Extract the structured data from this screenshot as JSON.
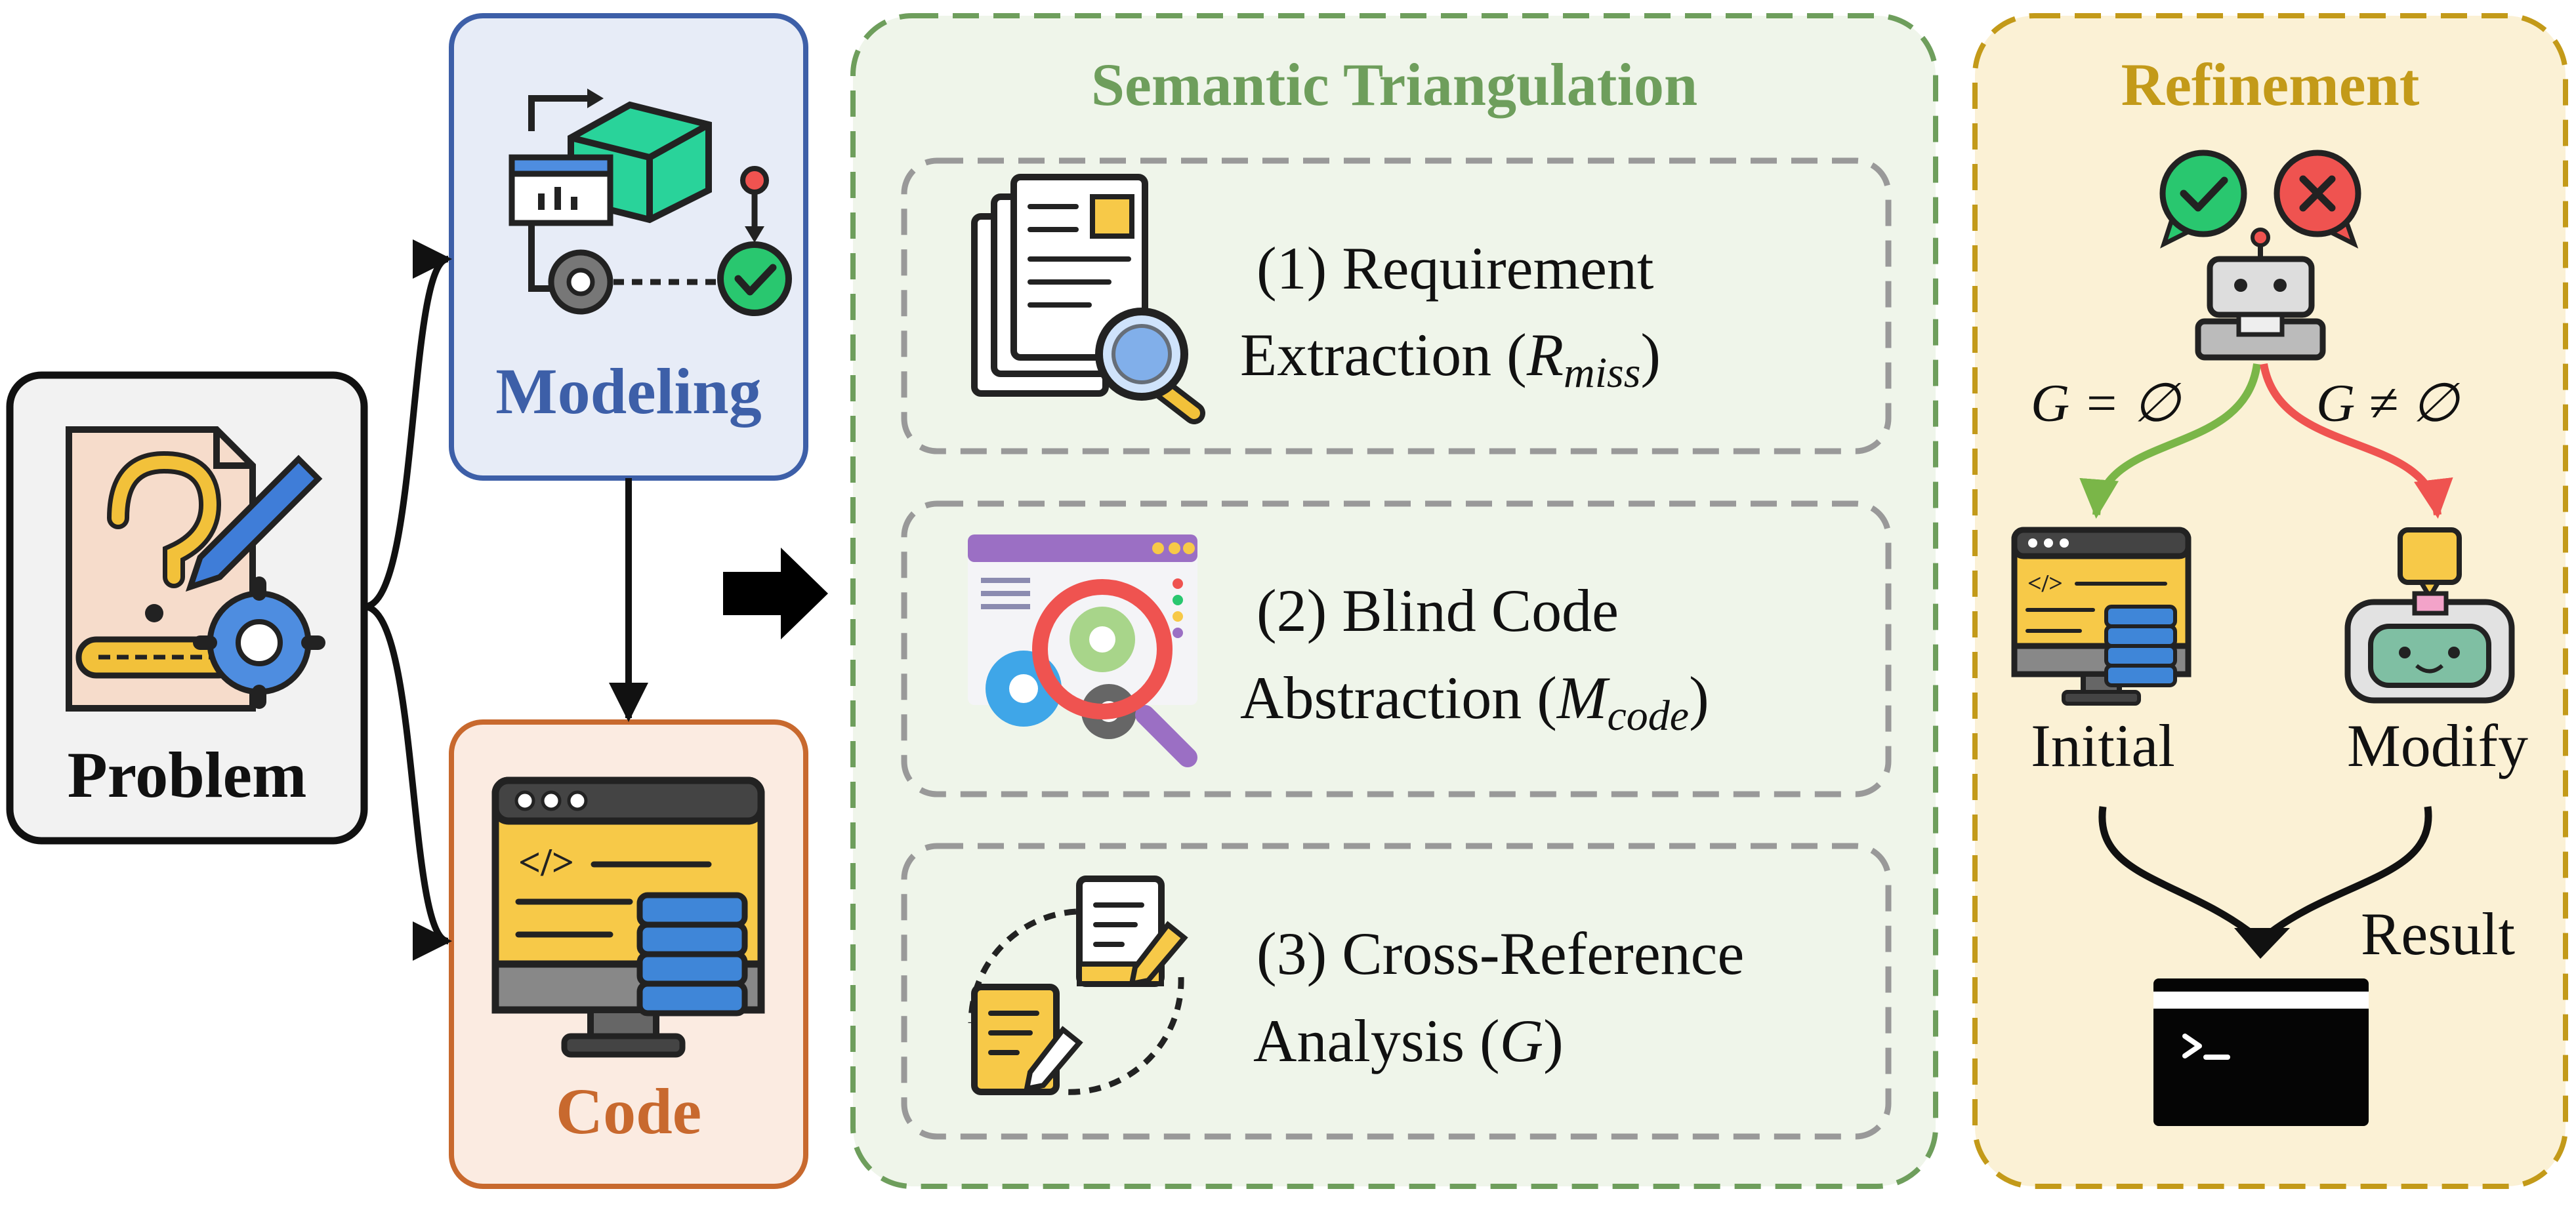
{
  "problem": {
    "label": "Problem"
  },
  "modeling": {
    "label": "Modeling"
  },
  "code": {
    "label": "Code"
  },
  "semantic": {
    "title": "Semantic Triangulation",
    "steps": [
      {
        "line1": "(1) Requirement",
        "line2_prefix": "Extraction (",
        "var": "R",
        "sub": "miss",
        "line2_suffix": ")"
      },
      {
        "line1": "(2) Blind Code",
        "line2_prefix": "Abstraction (",
        "var": "M",
        "sub": "code",
        "line2_suffix": ")"
      },
      {
        "line1": "(3) Cross-Reference",
        "line2_prefix": "Analysis (",
        "var": "G",
        "sub": "",
        "line2_suffix": ")"
      }
    ]
  },
  "refinement": {
    "title": "Refinement",
    "cond_empty": "G = ∅",
    "cond_nonempty": "G ≠ ∅",
    "initial": "Initial",
    "modify": "Modify",
    "result": "Result"
  },
  "colors": {
    "problem_fill": "#f2f2f2",
    "modeling_fill": "#e7ecf7",
    "modeling_border": "#3d5fa8",
    "modeling_text": "#3d5fa8",
    "code_fill": "#fbebe1",
    "code_border": "#c8692e",
    "code_text": "#c8692e",
    "semantic_fill": "#eff5ea",
    "semantic_border": "#6e9e5c",
    "semantic_text": "#6e9e5c",
    "refine_fill": "#fbf1d5",
    "refine_border": "#c39a19",
    "refine_text": "#c39a19",
    "green_arrow": "#7ab648",
    "red_arrow": "#ef5350"
  },
  "icons": [
    "problem-document-icon",
    "modeling-workflow-icon",
    "code-monitor-icon",
    "documents-search-icon",
    "code-analysis-icon",
    "document-exchange-icon",
    "check-bubble-icon",
    "cross-bubble-icon",
    "robot-icon",
    "initial-monitor-icon",
    "modify-robot-icon",
    "terminal-icon"
  ]
}
